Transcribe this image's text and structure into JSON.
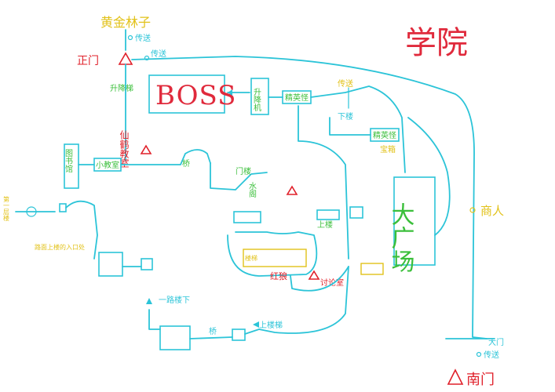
{
  "title": "学院",
  "labels": {
    "yellow_forest": "黄金林子",
    "teleport_top": "传送",
    "teleport_top2": "传送",
    "main_gate": "正门",
    "elevator_down": "升降梯",
    "boss": "BOSS",
    "lift_machine": "升降机",
    "elite_monster1": "精英怪",
    "elite_monster2": "精英怪",
    "teleport_right": "传送",
    "down_stairs": "下楼",
    "treasure": "宝箱",
    "merchant": "商人",
    "big_plaza": "大广场",
    "teleport_gate": "传送",
    "big_gate": "大门",
    "south_gate": "南门",
    "crane": "仙鹤教室",
    "small_classroom": "小教室",
    "library_left": "图书馆",
    "bridge": "桥",
    "gate_building": "门楼",
    "water_hall": "水阁",
    "red_wolf": "红狼",
    "discuss_room": "讨论室",
    "one_way_down": "一路楼下",
    "up_stairs": "上楼梯",
    "bridge2": "桥",
    "route_note": "路面上楼的入口处",
    "nest_note": "楼梯",
    "up_building": "上楼",
    "left_note": "第一层楼"
  }
}
